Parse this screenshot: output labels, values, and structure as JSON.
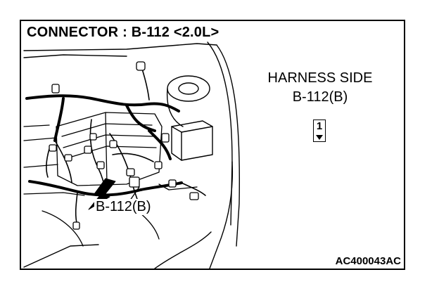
{
  "title": "CONNECTOR : B-112 <2.0L>",
  "harness_side": {
    "line1": "HARNESS SIDE",
    "line2": "B-112(B)"
  },
  "terminal": {
    "number": "1"
  },
  "callout_label": "B-112(B)",
  "figure_code": "AC400043AC"
}
